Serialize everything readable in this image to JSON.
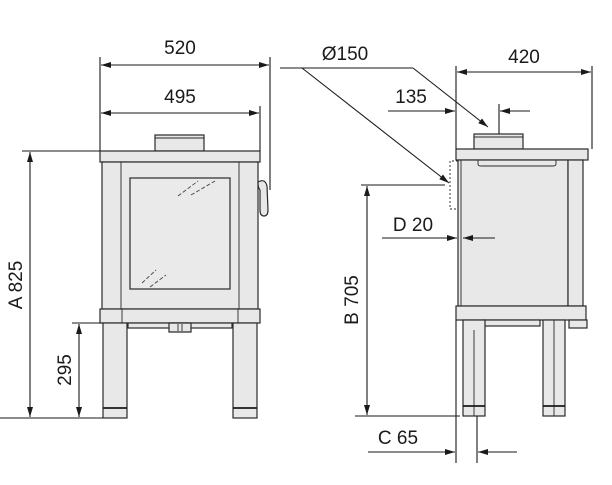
{
  "diagram": {
    "subject": "wood stove dimension drawing",
    "views": [
      "front",
      "side"
    ],
    "colors": {
      "line": "#1a1a1a",
      "fill": "#e8e8e8",
      "background": "#ffffff"
    }
  },
  "front_view": {
    "overall_width_label": "520",
    "body_width_label": "495",
    "height_label": "A 825",
    "leg_height_label": "295"
  },
  "side_view": {
    "flue_diameter_label": "Ø150",
    "flue_offset_label": "135",
    "depth_label": "420",
    "outlet_height_label": "B 705",
    "outlet_depth_label": "D 20",
    "rear_offset_label": "C 65"
  }
}
